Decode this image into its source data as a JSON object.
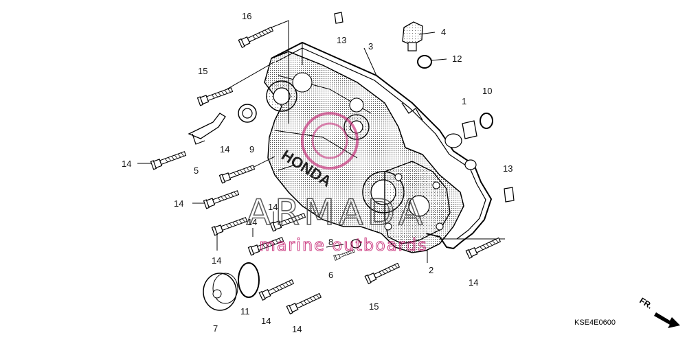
{
  "diagram": {
    "code": "KSE4E0600",
    "fr_label": "FR.",
    "engine_brand_text": "HONDA",
    "callouts": {
      "c16": "16",
      "c13a": "13",
      "c3": "3",
      "c4": "4",
      "c12": "12",
      "c15a": "15",
      "c1": "1",
      "c10": "10",
      "c9": "9",
      "c5": "5",
      "c14a": "14",
      "c14b": "14",
      "c13b": "13",
      "c14c": "14",
      "c14d": "14",
      "c14e": "14",
      "c14f": "14",
      "c8": "8",
      "c6": "6",
      "c2": "2",
      "c14g": "14",
      "c15b": "15",
      "c7": "7",
      "c11": "11",
      "c14h": "14",
      "c14i": "14"
    }
  },
  "watermark": {
    "brand": "ARMADA",
    "tagline": "marine outboards",
    "color": "#c2186b"
  }
}
